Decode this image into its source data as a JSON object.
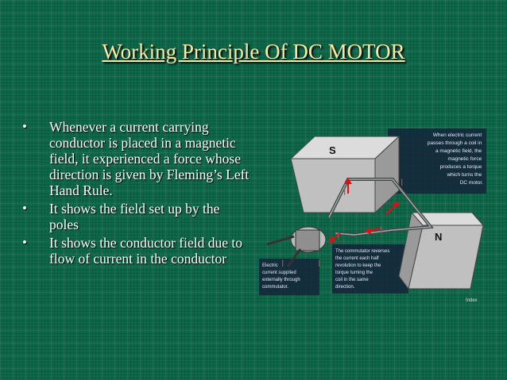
{
  "slide": {
    "title": "Working Principle Of DC MOTOR",
    "bullets": [
      "Whenever a current carrying conductor is placed in a magnetic field, it experienced a force whose direction is given by Fleming’s Left Hand Rule.",
      "It shows the field set up by the poles",
      "It shows the conductor field due to flow of current in the conductor"
    ],
    "bullet_glyph": "•"
  },
  "diagram": {
    "pole_south": "S",
    "pole_north": "N",
    "current_label": "I",
    "caption_top_lines": [
      "When electric current",
      "passes through a coil in",
      "a magnetic field, the",
      "magnetic force",
      "produces a torque",
      "which turns the",
      "DC motor."
    ],
    "caption_left_lines": [
      "Electric",
      "current supplied",
      "externally through",
      "commutator."
    ],
    "caption_right_lines": [
      "The commutator reverses",
      "the current each half",
      "revolution to keep the",
      "torque turning the",
      "coil in the same",
      "direction."
    ],
    "footer_text": "Index"
  }
}
